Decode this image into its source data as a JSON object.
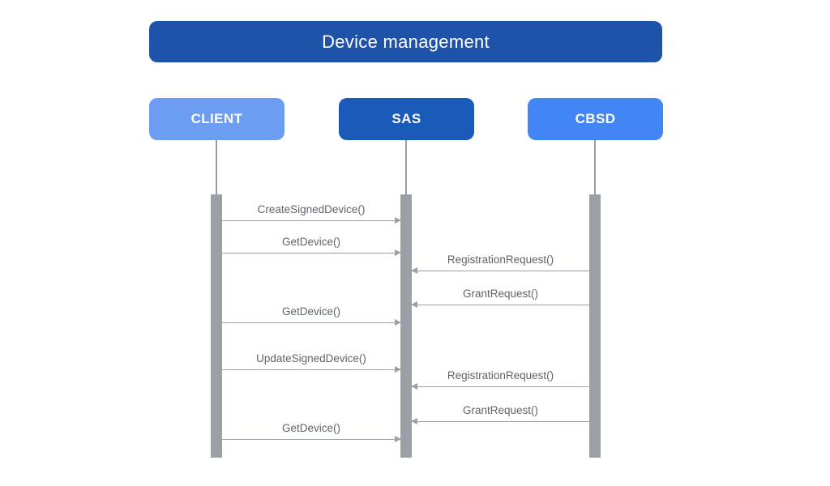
{
  "diagram": {
    "title": "Device management",
    "type": "sequence-diagram"
  },
  "actors": [
    {
      "id": "client",
      "label": "CLIENT",
      "color": "#6d9df2"
    },
    {
      "id": "sas",
      "label": "SAS",
      "color": "#1a5ab8"
    },
    {
      "id": "cbsd",
      "label": "CBSD",
      "color": "#4285f4"
    }
  ],
  "messages": [
    {
      "label": "CreateSignedDevice()",
      "from": "CLIENT",
      "to": "SAS"
    },
    {
      "label": "GetDevice()",
      "from": "CLIENT",
      "to": "SAS"
    },
    {
      "label": "RegistrationRequest()",
      "from": "CBSD",
      "to": "SAS"
    },
    {
      "label": "GrantRequest()",
      "from": "CBSD",
      "to": "SAS"
    },
    {
      "label": "GetDevice()",
      "from": "CLIENT",
      "to": "SAS"
    },
    {
      "label": "UpdateSignedDevice()",
      "from": "CLIENT",
      "to": "SAS"
    },
    {
      "label": "RegistrationRequest()",
      "from": "CBSD",
      "to": "SAS"
    },
    {
      "label": "GrantRequest()",
      "from": "CBSD",
      "to": "SAS"
    },
    {
      "label": "GetDevice()",
      "from": "CLIENT",
      "to": "SAS"
    }
  ],
  "colors": {
    "title_bg": "#1e53a9",
    "client_bg": "#6d9df2",
    "sas_bg": "#1a5ab8",
    "cbsd_bg": "#4285f4",
    "lifeline_gray": "#9aa0a6",
    "message_text": "#5f6368",
    "text_on_blue": "#ffffff",
    "background": "#ffffff"
  }
}
